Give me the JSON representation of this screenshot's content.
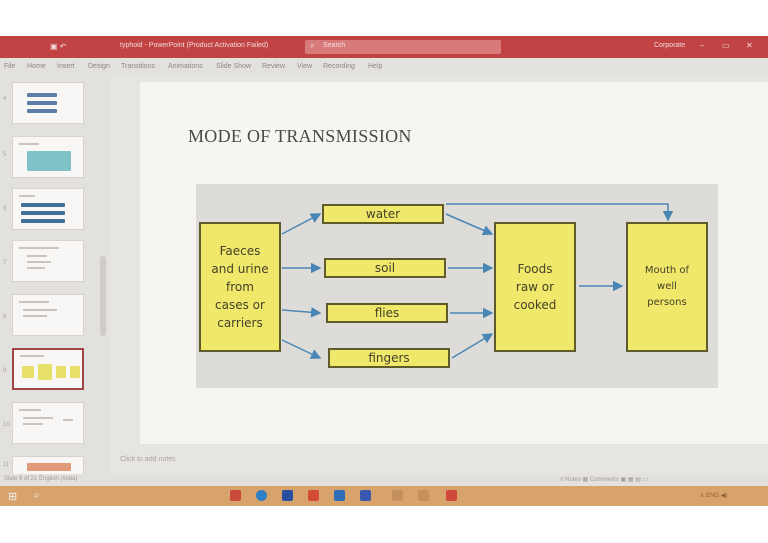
{
  "window": {
    "qat": "▣ ↶",
    "doc_title": "typhoid - PowerPoint (Product Activation Failed)",
    "search_placeholder": "Search",
    "user": "Corporate"
  },
  "menu": [
    "File",
    "Home",
    "Insert",
    "Design",
    "Transitions",
    "Animations",
    "Slide Show",
    "Review",
    "View",
    "Recording",
    "Help"
  ],
  "thumbnails": [
    {
      "num": "4"
    },
    {
      "num": "5"
    },
    {
      "num": "6"
    },
    {
      "num": "7"
    },
    {
      "num": "8"
    },
    {
      "num": "9",
      "selected": true
    },
    {
      "num": "10"
    },
    {
      "num": "11"
    }
  ],
  "slide": {
    "title": "MODE OF TRANSMISSION",
    "diagram": {
      "source": "Faeces\nand urine\nfrom\ncases or\ncarriers",
      "vehicles": [
        "water",
        "soil",
        "flies",
        "fingers"
      ],
      "foods": "Foods\nraw or\ncooked",
      "destination": "Mouth of\nwell\npersons"
    }
  },
  "notes": "Click to add notes",
  "status": {
    "left": "Slide 9 of 21    English (India)",
    "right": "≡ Notes    ▦ Comments    ▣  ▦  ▤  ▭"
  },
  "taskbar": {
    "tray": "∧  ENG  ◀)"
  },
  "colors": {
    "title_bar": "#c14343",
    "box_fill": "#f0e86a",
    "arrow": "#4a86b5",
    "taskbar": "#d7a26b"
  }
}
